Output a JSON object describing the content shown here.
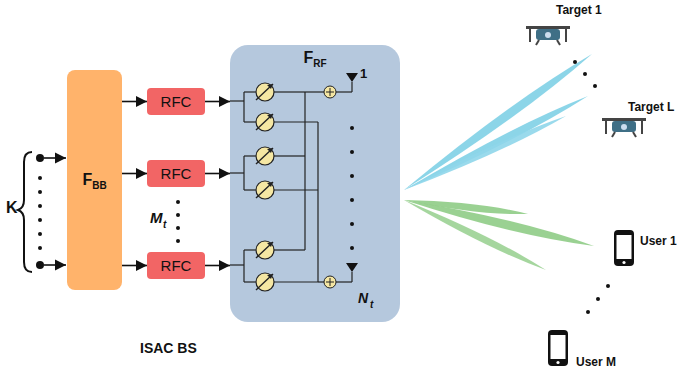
{
  "diagram": {
    "nodes": [
      {
        "text": [
          "F",
          "BB"
        ]
      },
      {
        "text": [
          "RFC"
        ]
      },
      {
        "text": [
          "RFC"
        ]
      },
      {
        "text": [
          "RFC"
        ]
      },
      {
        "text": [
          "F",
          "RF"
        ]
      }
    ],
    "edges": [
      {
        "from": 0,
        "to": 1,
        "arrow": "to"
      },
      {
        "from": 0,
        "to": 2,
        "arrow": "to"
      },
      {
        "from": 0,
        "to": 3,
        "arrow": "to"
      },
      {
        "from": 1,
        "to": 4,
        "arrow": "to"
      },
      {
        "from": 2,
        "to": 4,
        "arrow": "to"
      },
      {
        "from": 3,
        "to": 4,
        "arrow": "to"
      }
    ],
    "labels": [
      "K",
      "M",
      "t",
      "1",
      "N",
      "t",
      "ISAC BS",
      "Target 1",
      "Target L",
      "User 1",
      "User M"
    ]
  }
}
